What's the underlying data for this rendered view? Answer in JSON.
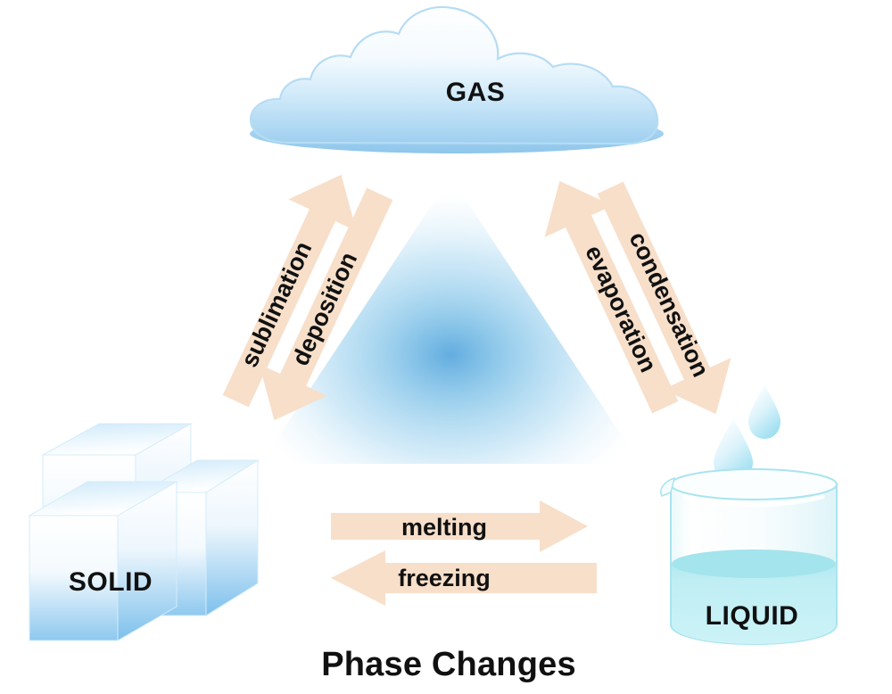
{
  "title": "Phase Changes",
  "colors": {
    "arrow": "#f7dfca",
    "cloud_top": "#ffffff",
    "cloud_bottom": "#a3d2f0",
    "cloud_outline": "#bde0f5",
    "ice_top": "#ffffff",
    "ice_bottom": "#87c7ef",
    "water": "#b9ecf2",
    "water_surface": "#a4e4ec",
    "glass": "#d9f3f7",
    "triangle_center": "#64aee0",
    "triangle_edge": "#ffffff",
    "droplet": "#a9e2f2",
    "text": "#111111"
  },
  "states": [
    {
      "id": "gas",
      "label": "GAS",
      "icon": "cloud-icon"
    },
    {
      "id": "solid",
      "label": "SOLID",
      "icon": "ice-cubes-icon"
    },
    {
      "id": "liquid",
      "label": "LIQUID",
      "icon": "beaker-icon"
    }
  ],
  "transitions": [
    {
      "id": "sublimation",
      "label": "sublimation",
      "from": "solid",
      "to": "gas",
      "direction": "up-right"
    },
    {
      "id": "deposition",
      "label": "deposition",
      "from": "gas",
      "to": "solid",
      "direction": "down-left"
    },
    {
      "id": "evaporation",
      "label": "evaporation",
      "from": "liquid",
      "to": "gas",
      "direction": "up-left"
    },
    {
      "id": "condensation",
      "label": "condensation",
      "from": "gas",
      "to": "liquid",
      "direction": "down-right"
    },
    {
      "id": "melting",
      "label": "melting",
      "from": "solid",
      "to": "liquid",
      "direction": "right"
    },
    {
      "id": "freezing",
      "label": "freezing",
      "from": "liquid",
      "to": "solid",
      "direction": "left"
    }
  ],
  "chart_data": {
    "type": "diagram",
    "title": "Phase Changes",
    "nodes": [
      "GAS",
      "SOLID",
      "LIQUID"
    ],
    "edges": [
      {
        "label": "sublimation",
        "from": "SOLID",
        "to": "GAS"
      },
      {
        "label": "deposition",
        "from": "GAS",
        "to": "SOLID"
      },
      {
        "label": "evaporation",
        "from": "LIQUID",
        "to": "GAS"
      },
      {
        "label": "condensation",
        "from": "GAS",
        "to": "LIQUID"
      },
      {
        "label": "melting",
        "from": "SOLID",
        "to": "LIQUID"
      },
      {
        "label": "freezing",
        "from": "LIQUID",
        "to": "SOLID"
      }
    ]
  }
}
